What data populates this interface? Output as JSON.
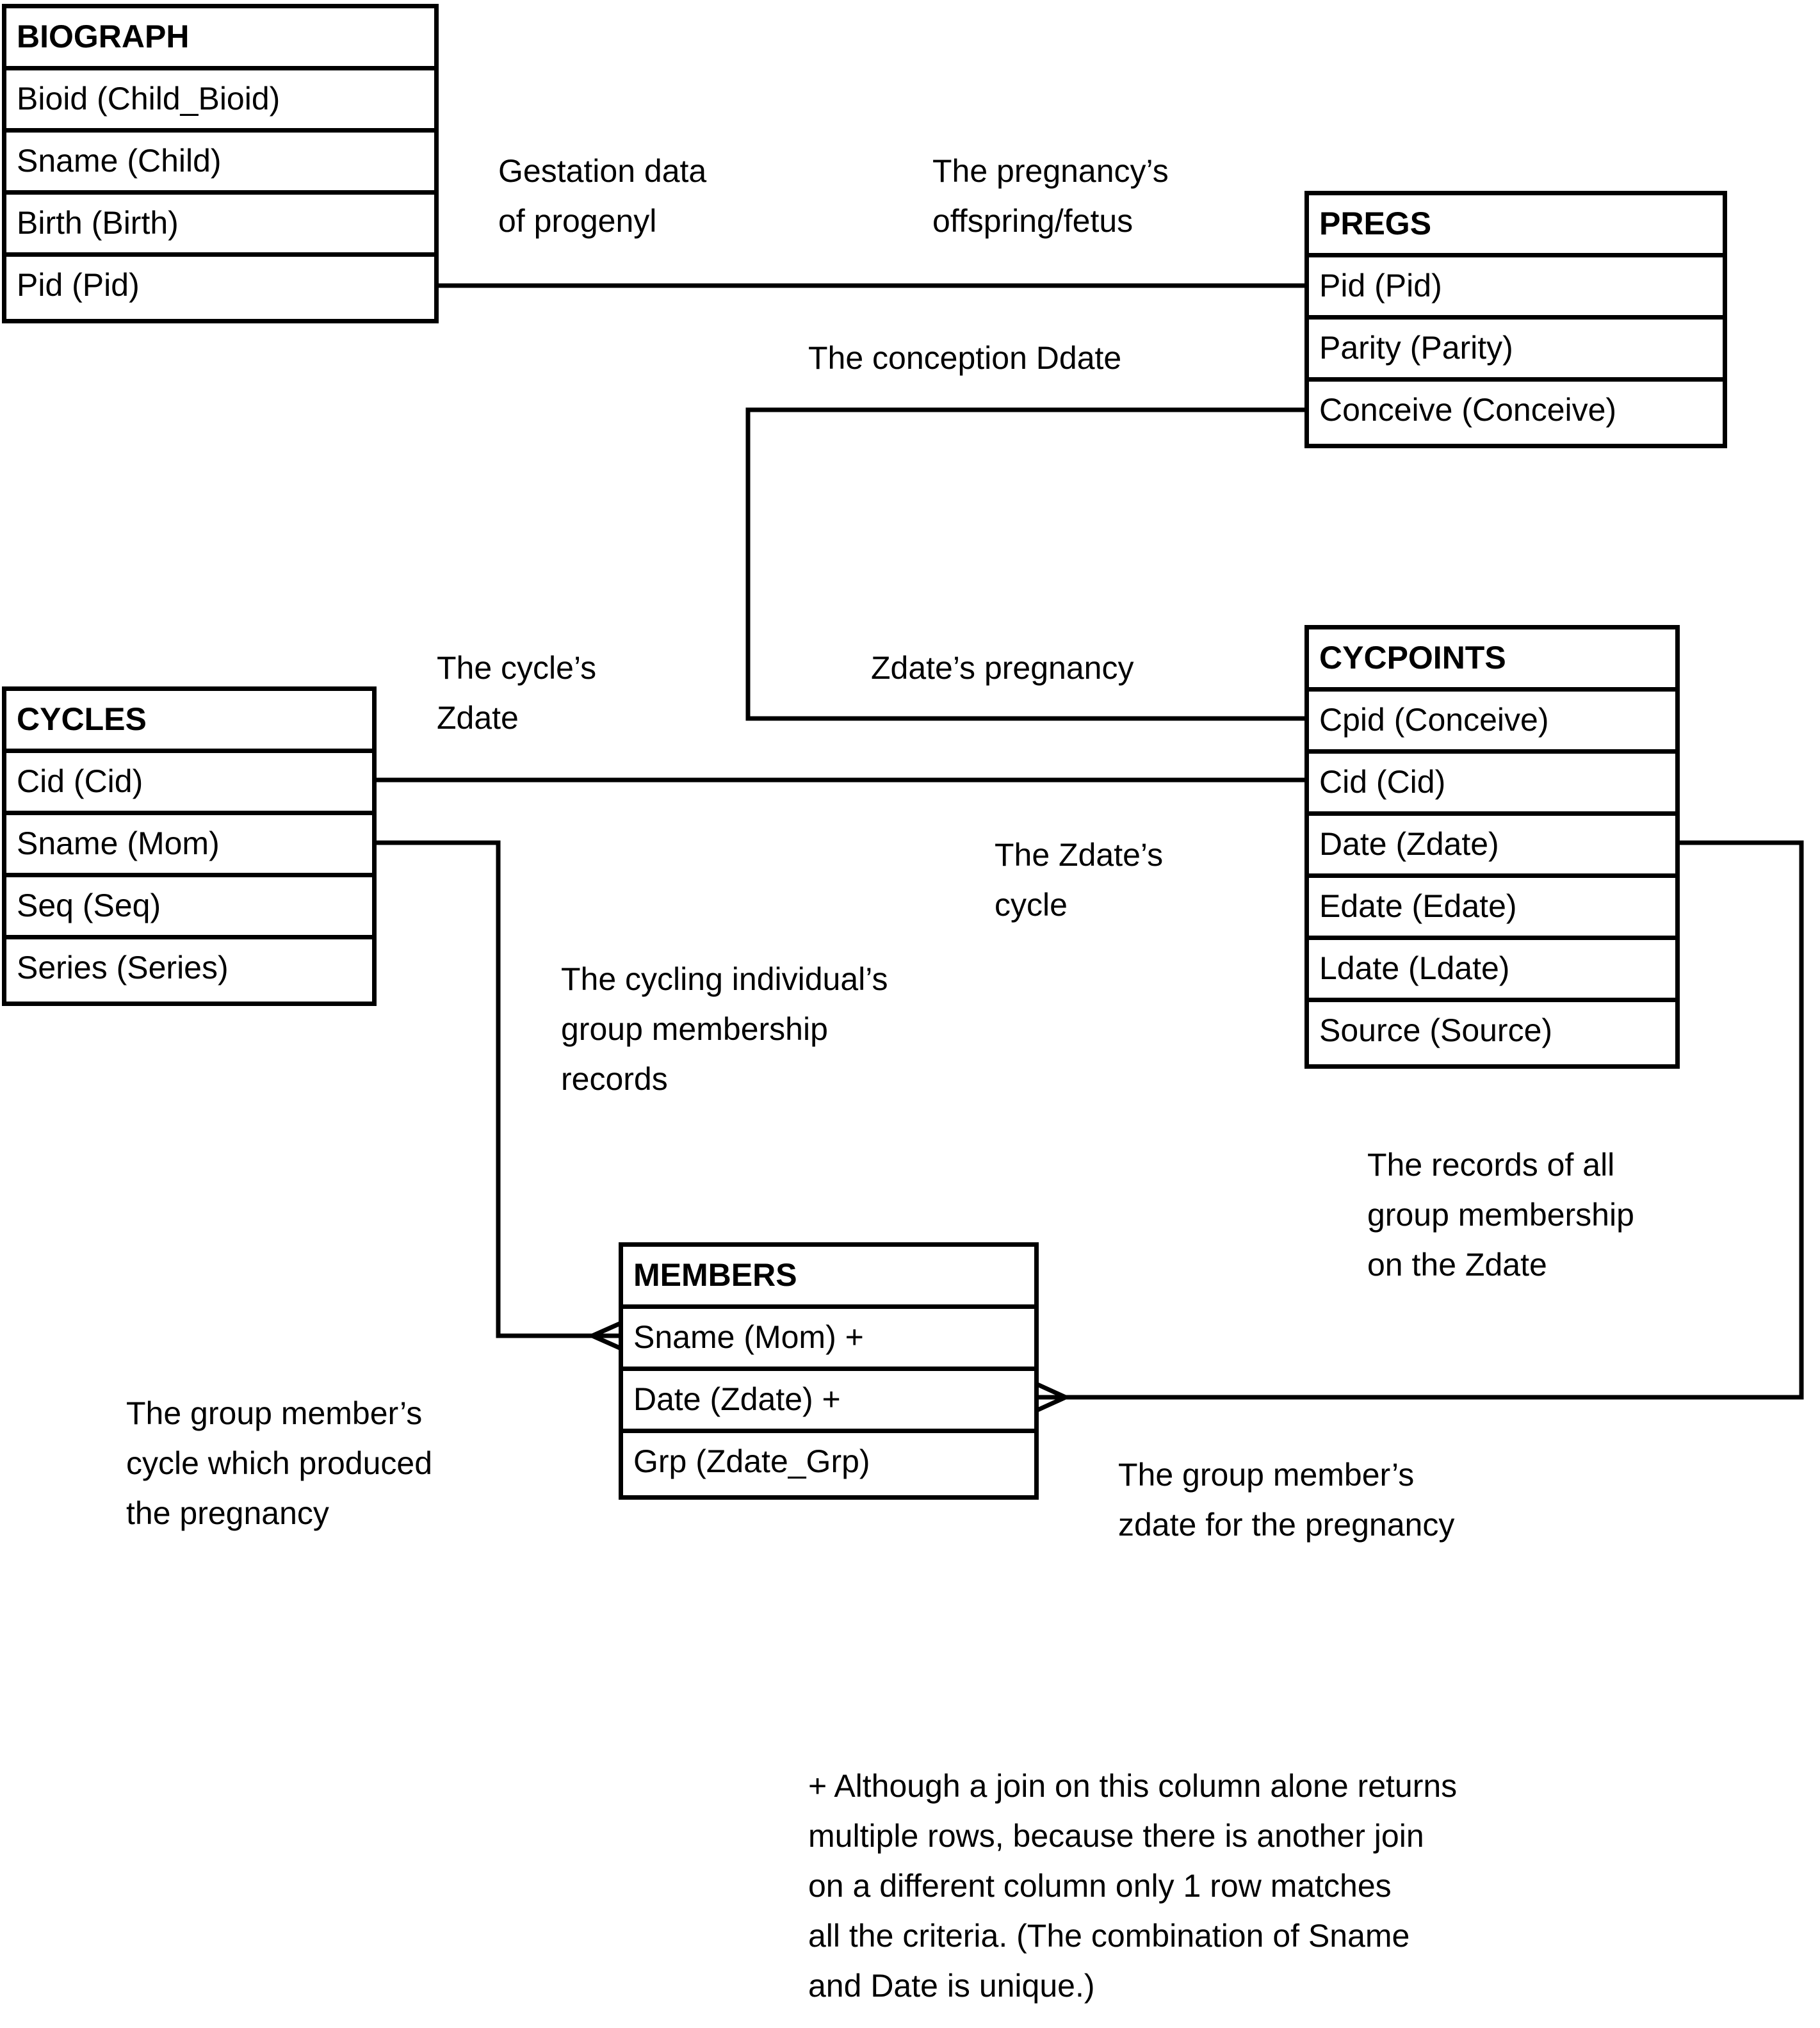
{
  "entities": {
    "biograph": {
      "name": "BIOGRAPH",
      "fields": [
        "Bioid (Child_Bioid)",
        "Sname (Child)",
        "Birth (Birth)",
        "Pid (Pid)"
      ]
    },
    "pregs": {
      "name": "PREGS",
      "fields": [
        "Pid (Pid)",
        "Parity (Parity)",
        "Conceive (Conceive)"
      ]
    },
    "cycles": {
      "name": "CYCLES",
      "fields": [
        "Cid (Cid)",
        "Sname (Mom)",
        "Seq (Seq)",
        "Series (Series)"
      ]
    },
    "cycpoints": {
      "name": "CYCPOINTS",
      "fields": [
        "Cpid (Conceive)",
        "Cid (Cid)",
        "Date (Zdate)",
        "Edate (Edate)",
        "Ldate (Ldate)",
        "Source (Source)"
      ]
    },
    "members": {
      "name": "MEMBERS",
      "fields": [
        "Sname (Mom) +",
        "Date (Zdate) +",
        "Grp (Zdate_Grp)"
      ]
    }
  },
  "labels": {
    "gestation": [
      "Gestation data",
      "of progenyl"
    ],
    "offspring": [
      "The pregnancy’s",
      "offspring/fetus"
    ],
    "conception": [
      "The conception Ddate"
    ],
    "cycle_zdate": [
      "The cycle’s",
      "Zdate"
    ],
    "zdate_pregnancy": [
      "Zdate’s pregnancy"
    ],
    "zdate_cycle": [
      "The Zdate’s",
      "cycle"
    ],
    "cycling_membership": [
      "The cycling individual’s",
      "group membership",
      "records"
    ],
    "all_membership": [
      "The records of all",
      "group membership",
      "on the Zdate"
    ],
    "member_cycle": [
      "The group member’s",
      "cycle which produced",
      "the pregnancy"
    ],
    "member_zdate": [
      "The group member’s",
      "zdate for the pregnancy"
    ],
    "footnote": [
      "+ Although a join on this column alone returns",
      "multiple rows, because there is another join",
      "on a different column only 1 row matches",
      "all the criteria.  (The combination of Sname",
      "and Date is unique.)"
    ]
  }
}
